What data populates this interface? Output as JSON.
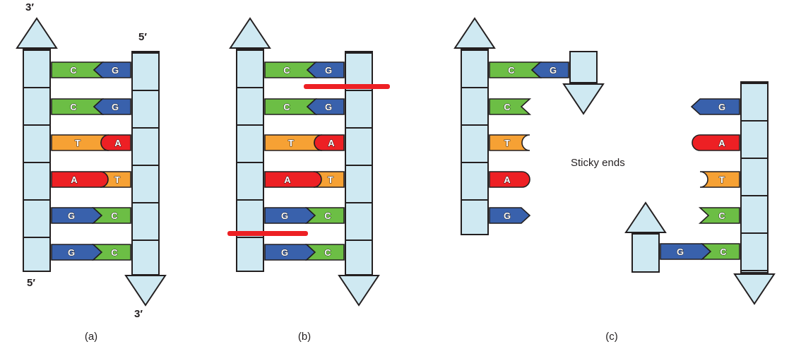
{
  "colors": {
    "backbone": "#cfe9f2",
    "outline": "#231f20",
    "base_c_green": "#6cbe45",
    "base_g_blue": "#3961ac",
    "base_t_orange": "#f6a134",
    "base_a_red": "#ed2024",
    "cut_line": "#ed2024"
  },
  "panel_a": {
    "label": "(a)",
    "strand_labels": {
      "top_left": "3′",
      "top_right": "5′",
      "bottom_left": "5′",
      "bottom_right": "3′"
    },
    "pairs": [
      {
        "left": "C",
        "right": "G"
      },
      {
        "left": "C",
        "right": "G"
      },
      {
        "left": "T",
        "right": "A"
      },
      {
        "left": "A",
        "right": "T"
      },
      {
        "left": "G",
        "right": "C"
      },
      {
        "left": "G",
        "right": "C"
      }
    ]
  },
  "panel_b": {
    "label": "(b)",
    "pairs": [
      {
        "left": "C",
        "right": "G"
      },
      {
        "left": "C",
        "right": "G"
      },
      {
        "left": "T",
        "right": "A"
      },
      {
        "left": "A",
        "right": "T"
      },
      {
        "left": "G",
        "right": "C"
      },
      {
        "left": "G",
        "right": "C"
      }
    ]
  },
  "panel_c": {
    "label": "(c)",
    "sticky_ends_label": "Sticky ends",
    "left_fragment": {
      "pair": {
        "left": "C",
        "right": "G"
      },
      "overhang": [
        "C",
        "T",
        "A",
        "G"
      ]
    },
    "right_fragment": {
      "overhang": [
        "G",
        "A",
        "T",
        "C"
      ],
      "pair": {
        "left": "G",
        "right": "C"
      }
    }
  }
}
